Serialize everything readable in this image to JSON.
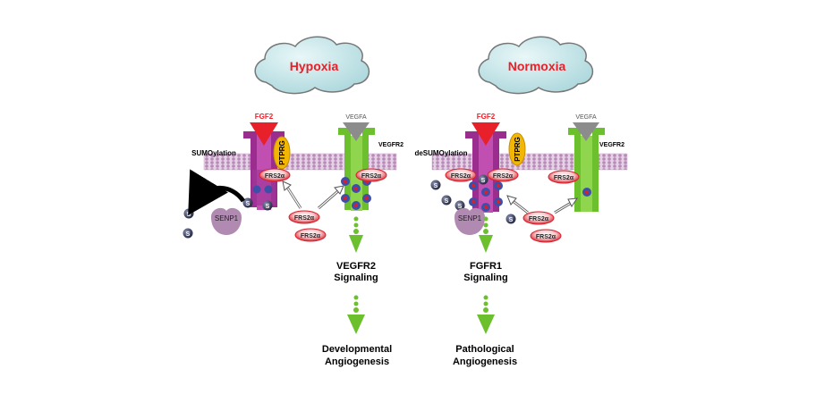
{
  "left_panel": {
    "condition": "Hypoxia",
    "ligand_fgf": "FGF2",
    "ligand_vegf": "VEGFA",
    "receptor_vegf": "VEGFR2",
    "ptprg": "PTPRG",
    "process": "SUMOylation",
    "senp": "SENP1",
    "adaptors": [
      "FRS2α",
      "FRS2α",
      "FRS2α",
      "FRS2α"
    ],
    "sumo_symbol": "S",
    "signaling": [
      "VEGFR2",
      "Signaling"
    ],
    "outcome": [
      "Developmental",
      "Angiogenesis"
    ]
  },
  "right_panel": {
    "condition": "Normoxia",
    "ligand_fgf": "FGF2",
    "ligand_vegf": "VEGFA",
    "receptor_vegf": "VEGFR2",
    "ptprg": "PTPRG",
    "process": "deSUMOylation",
    "senp": "SENP1",
    "adaptors": [
      "FRS2α",
      "FRS2α",
      "FRS2α",
      "FRS2α",
      "FRS2α"
    ],
    "sumo_symbol": "S",
    "signaling": [
      "FGFR1",
      "Signaling"
    ],
    "outcome": [
      "Pathological",
      "Angiogenesis"
    ]
  },
  "colors": {
    "cloud_fill": "#bfe3e6",
    "condition_text": "#e8202a",
    "fgfr": "#9b2d8e",
    "vegfr": "#6cc02e",
    "fgf2": "#e8202a",
    "vegfa": "#8c8c8c",
    "ptprg": "#f2b705",
    "frs2": "#d8202c",
    "senp1": "#b08ab0",
    "membrane": "#c9a3c9",
    "sumo": "#3a3f5c",
    "phospho": "#3d4fa8"
  }
}
